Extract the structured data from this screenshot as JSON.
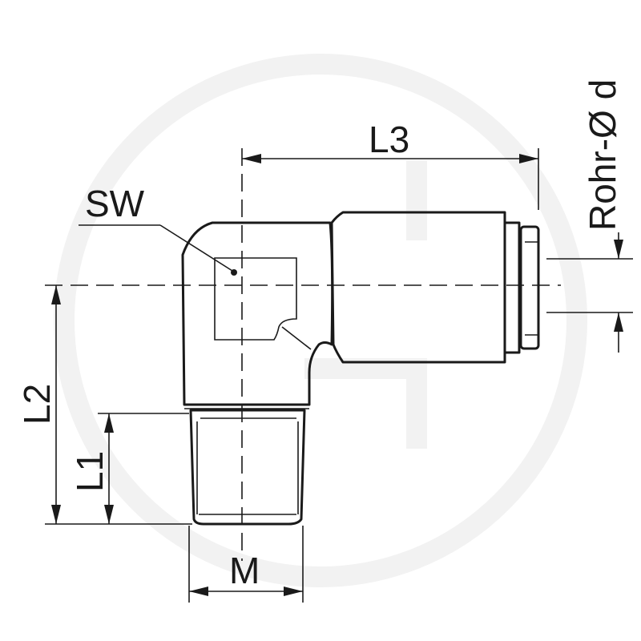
{
  "labels": {
    "L3": "L3",
    "SW": "SW",
    "L2": "L2",
    "L1": "L1",
    "M": "M",
    "tube_diameter": "Rohr-Ø d"
  }
}
